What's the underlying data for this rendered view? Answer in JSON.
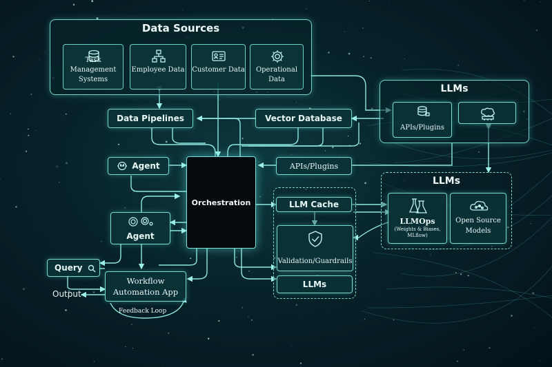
{
  "data_sources": {
    "title": "Data Sources",
    "cards": [
      {
        "label": "Task Management Systems",
        "icon": "database-icon"
      },
      {
        "label": "Employee Data",
        "icon": "org-chart-icon"
      },
      {
        "label": "Customer Data",
        "icon": "id-card-icon"
      },
      {
        "label": "Operational Data",
        "icon": "gear-icon"
      }
    ]
  },
  "pipelines": {
    "data_pipelines": "Data Pipelines",
    "vector_database": "Vector Database"
  },
  "llms_top": {
    "title": "LLMs",
    "apis_plugins": "APIs/Plugins"
  },
  "center": {
    "agent_top": "Agent",
    "apis_plugins": "APIs/Plugins",
    "orchestration": "Orchestration",
    "agent": "Agent"
  },
  "middle": {
    "llm_cache": "LLM Cache",
    "validation": "Validation/Guardrails",
    "llms": "LLMs"
  },
  "llms_right": {
    "title": "LLMs",
    "llmops": "LLMOps",
    "llmops_sub": "(Weights & Biases, MLflow)",
    "open_source": "Open Source Models"
  },
  "bottom": {
    "query": "Query",
    "output": "Output",
    "workflow_app": "Workflow Automation App",
    "feedback_loop": "Feedback Loop"
  },
  "colors": {
    "accent": "#78dcd5",
    "background": "#072229",
    "text": "#e8f6f4"
  }
}
